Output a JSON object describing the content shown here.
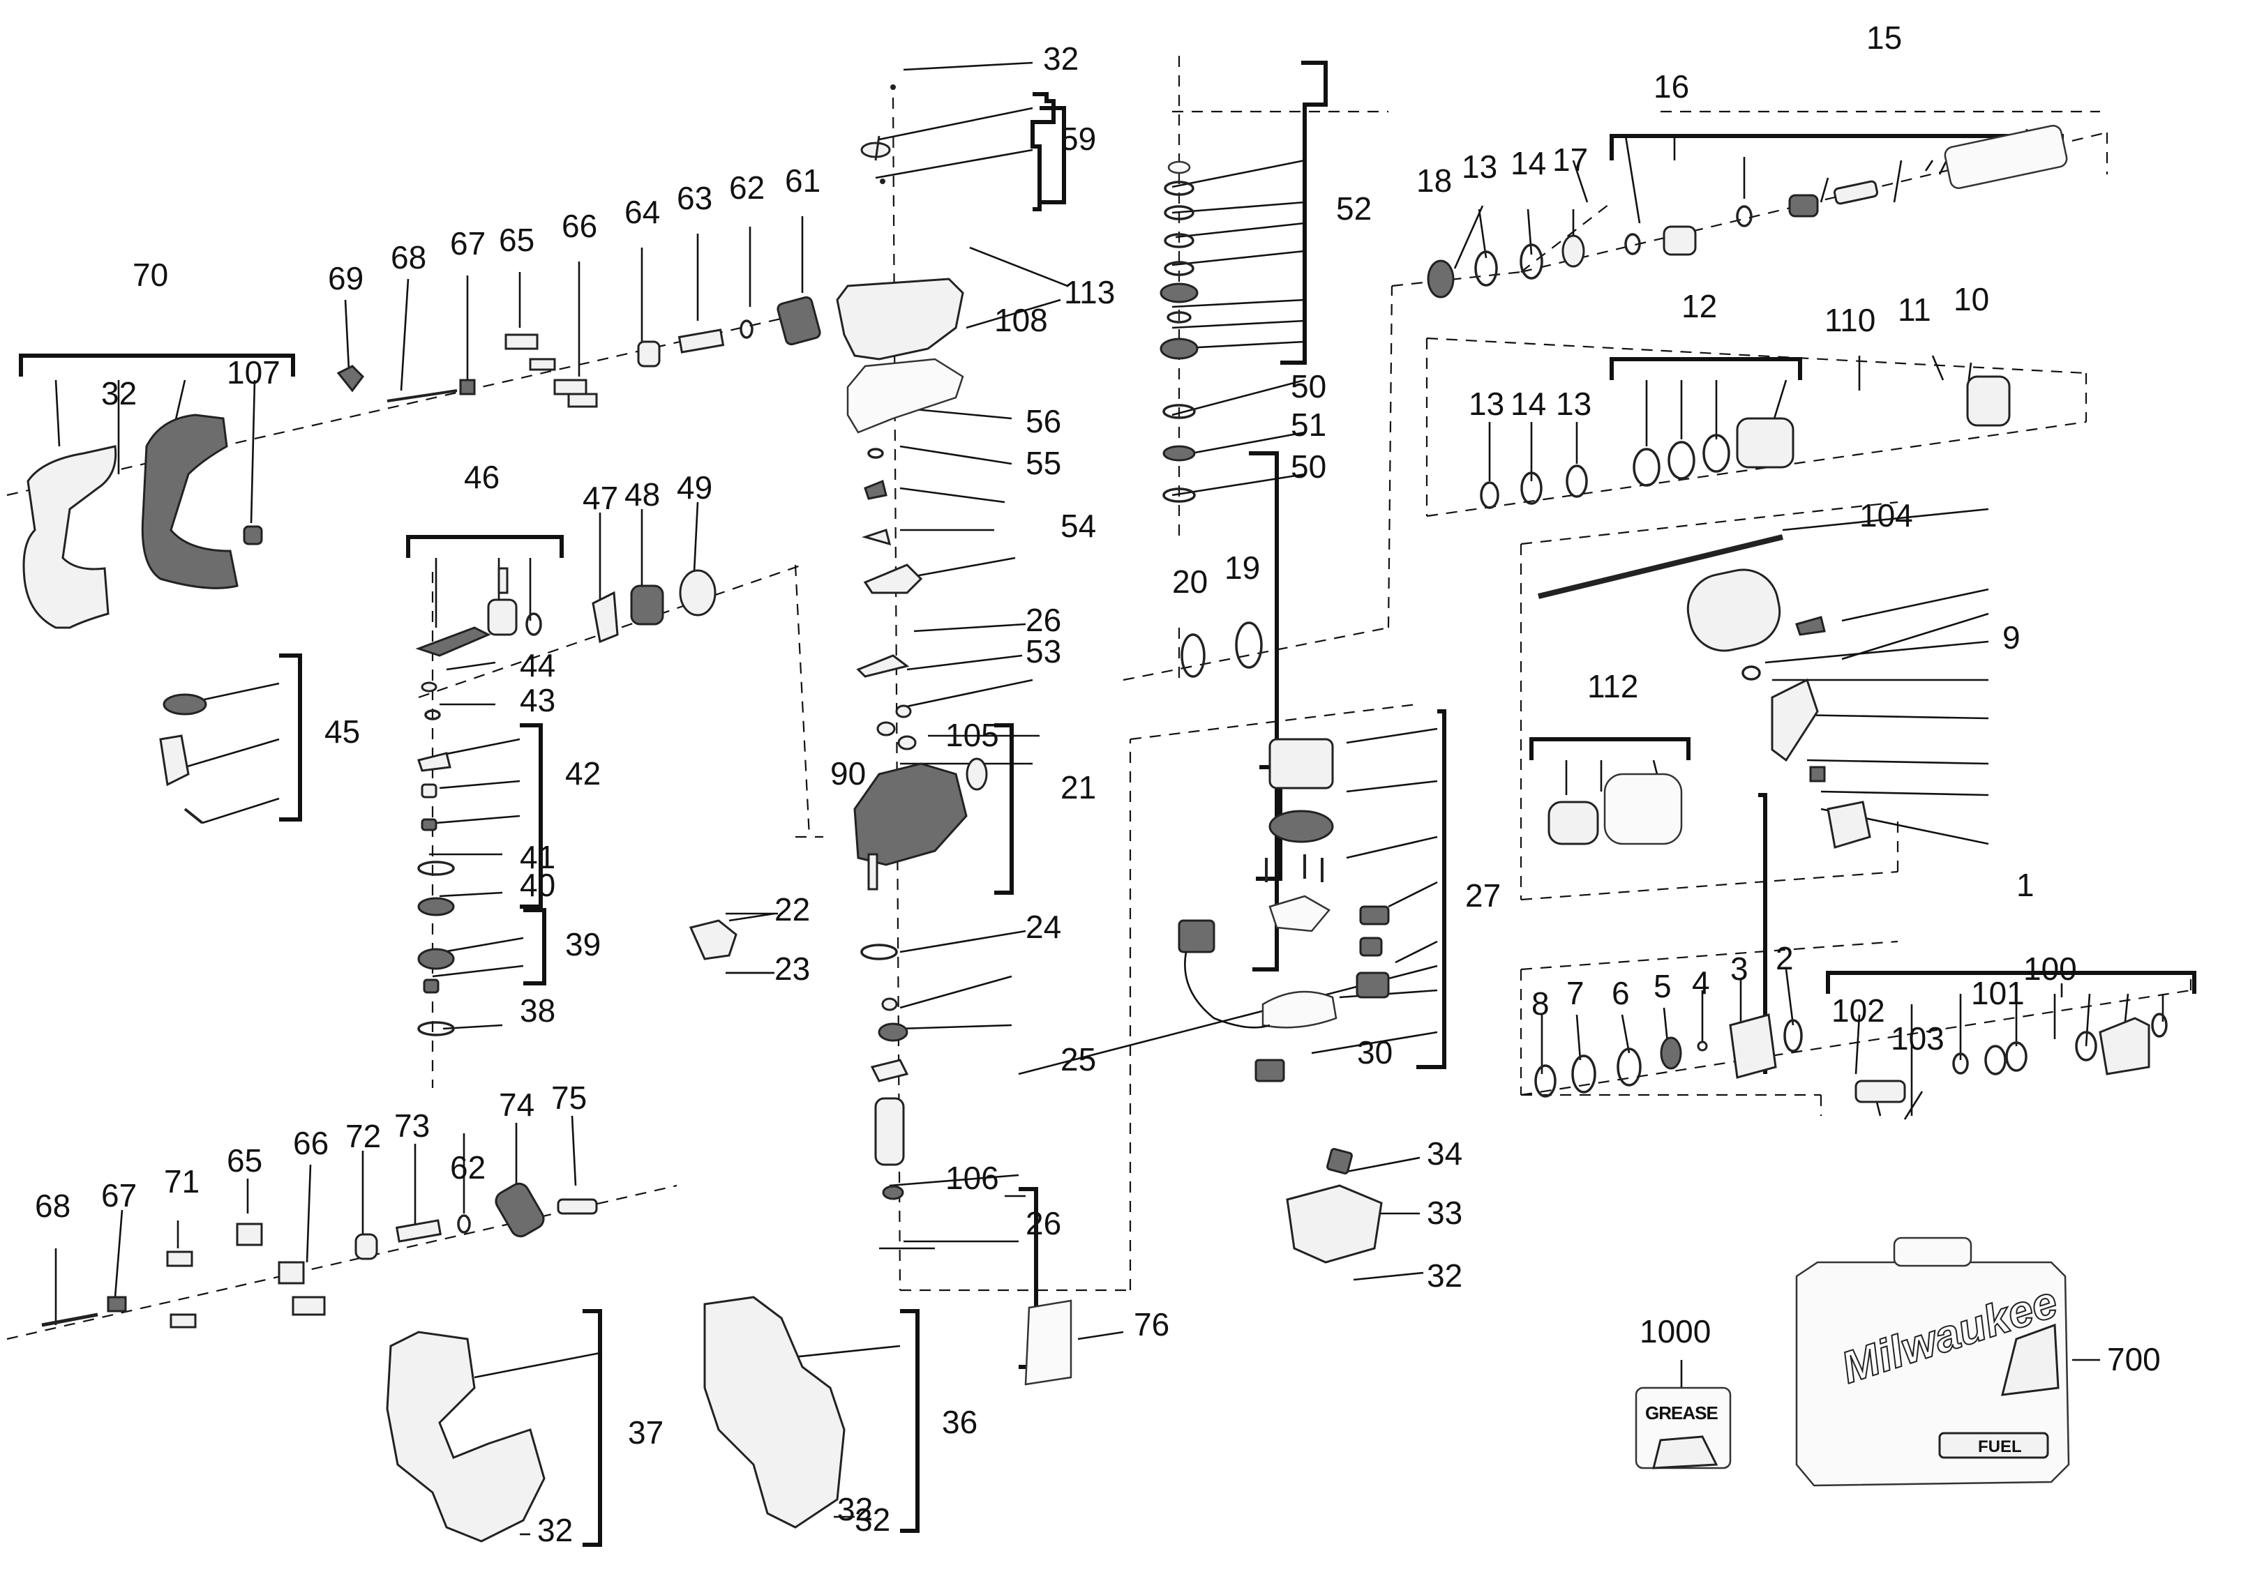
{
  "diagram": {
    "labels": [
      "1",
      "2",
      "3",
      "4",
      "5",
      "6",
      "7",
      "8",
      "9",
      "10",
      "11",
      "12",
      "13",
      "13",
      "13",
      "14",
      "14",
      "15",
      "16",
      "17",
      "18",
      "19",
      "20",
      "21",
      "22",
      "23",
      "24",
      "25",
      "26",
      "26",
      "27",
      "30",
      "32",
      "32",
      "32",
      "32",
      "32",
      "32",
      "33",
      "34",
      "36",
      "37",
      "38",
      "39",
      "40",
      "41",
      "42",
      "43",
      "44",
      "45",
      "46",
      "47",
      "48",
      "49",
      "50",
      "50",
      "51",
      "52",
      "53",
      "54",
      "55",
      "56",
      "59",
      "61",
      "62",
      "62",
      "63",
      "64",
      "65",
      "65",
      "66",
      "66",
      "67",
      "67",
      "68",
      "68",
      "69",
      "70",
      "71",
      "72",
      "73",
      "74",
      "75",
      "76",
      "90",
      "100",
      "101",
      "102",
      "103",
      "104",
      "105",
      "106",
      "107",
      "108",
      "110",
      "112",
      "113",
      "700",
      "1000"
    ]
  },
  "grease_box": {
    "text": "GREASE"
  },
  "case": {
    "brand": "Milwaukee",
    "badge": "FUEL"
  }
}
